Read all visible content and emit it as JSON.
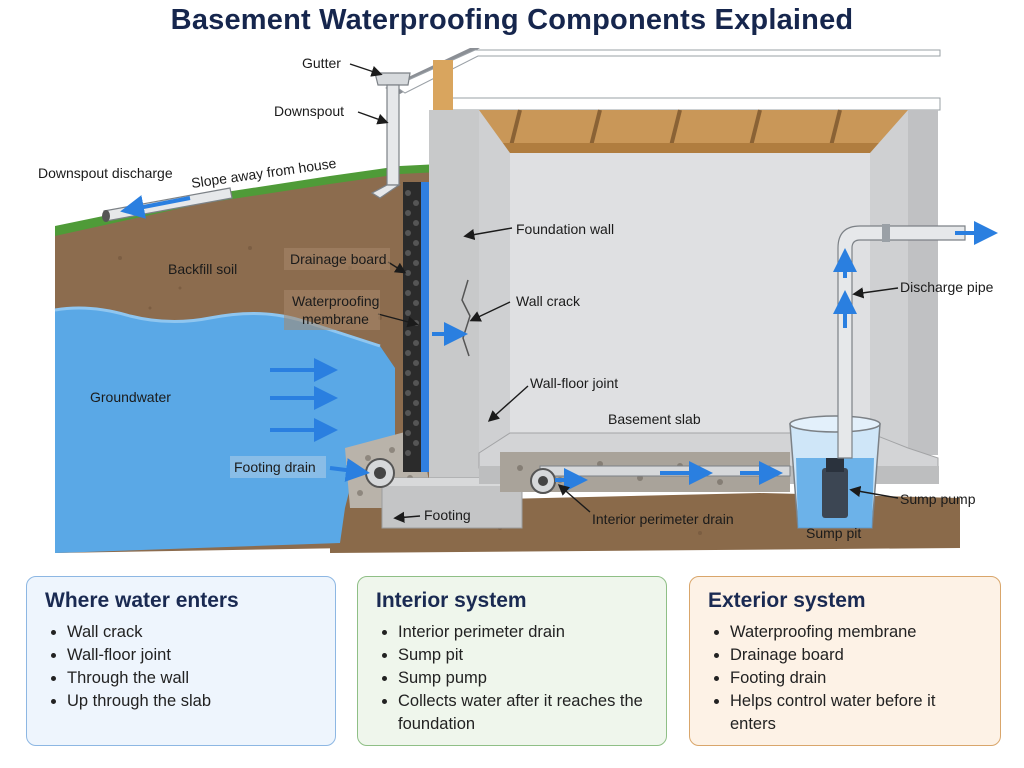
{
  "title": "Basement Waterproofing Components Explained",
  "labels": {
    "gutter": "Gutter",
    "downspout": "Downspout",
    "downspout_discharge": "Downspout discharge",
    "slope": "Slope away from house",
    "backfill": "Backfill soil",
    "drainage_board": "Drainage board",
    "membrane_line1": "Waterproofing",
    "membrane_line2": "membrane",
    "groundwater": "Groundwater",
    "foundation_wall": "Foundation wall",
    "wall_crack": "Wall crack",
    "wall_floor_joint": "Wall-floor joint",
    "basement_slab": "Basement slab",
    "discharge_pipe": "Discharge pipe",
    "footing_drain": "Footing drain",
    "footing": "Footing",
    "interior_drain": "Interior perimeter drain",
    "sump_pit": "Sump pit",
    "sump_pump": "Sump pump"
  },
  "panels": {
    "water": {
      "heading": "Where water enters",
      "items": [
        "Wall crack",
        "Wall-floor joint",
        "Through the wall",
        "Up through the slab"
      ]
    },
    "interior": {
      "heading": "Interior system",
      "items": [
        "Interior perimeter drain",
        "Sump pit",
        "Sump pump",
        "Collects water after it reaches the foundation"
      ]
    },
    "exterior": {
      "heading": "Exterior system",
      "items": [
        "Waterproofing membrane",
        "Drainage board",
        "Footing drain",
        "Helps control water before it enters"
      ]
    }
  },
  "colors": {
    "title": "#16264d",
    "water": "#5aa8e6",
    "arrow": "#2a7fe0",
    "soil": "#8a6a4c",
    "concrete": "#c9cacb",
    "grass": "#4f9b38",
    "membrane": "#2f7fe0"
  }
}
